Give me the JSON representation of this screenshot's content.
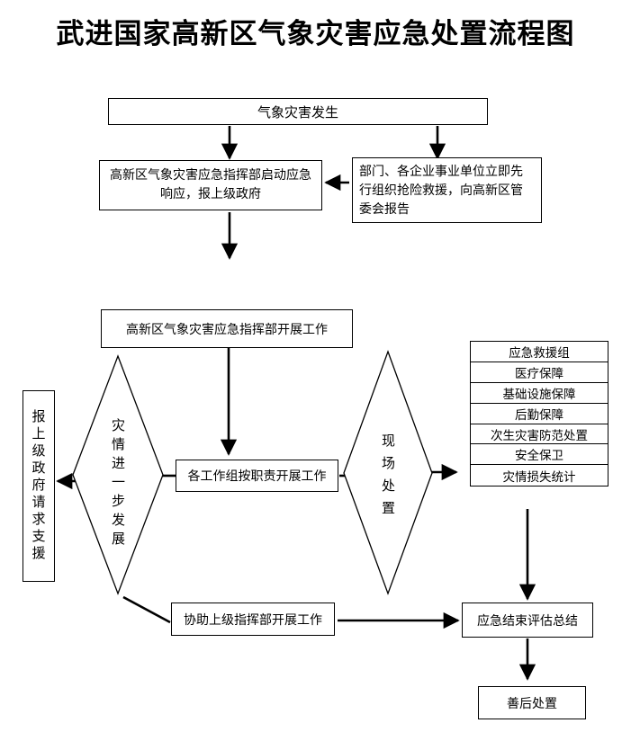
{
  "title": "武进国家高新区气象灾害应急处置流程图",
  "nodes": {
    "occur": "气象灾害发生",
    "command_start": "高新区气象灾害应急指挥部启动应急响应，报上级政府",
    "dept_report": "部门、各企业事业单位立即先行组织抢险救援，向高新区管委会报告",
    "command_work": "高新区气象灾害应急指挥部开展工作",
    "groups_work": "各工作组按职责开展工作",
    "assist_upper": "协助上级指挥部开展工作",
    "end_eval": "应急结束评估总结",
    "aftermath": "善后处置",
    "report_upper": "报上级政府请求支援",
    "further_dev": "灾情进一步发展",
    "onsite": "现场处置"
  },
  "teams": [
    "应急救援组",
    "医疗保障",
    "基础设施保障",
    "后勤保障",
    "次生灾害防范处置",
    "安全保卫",
    "灾情损失统计"
  ]
}
